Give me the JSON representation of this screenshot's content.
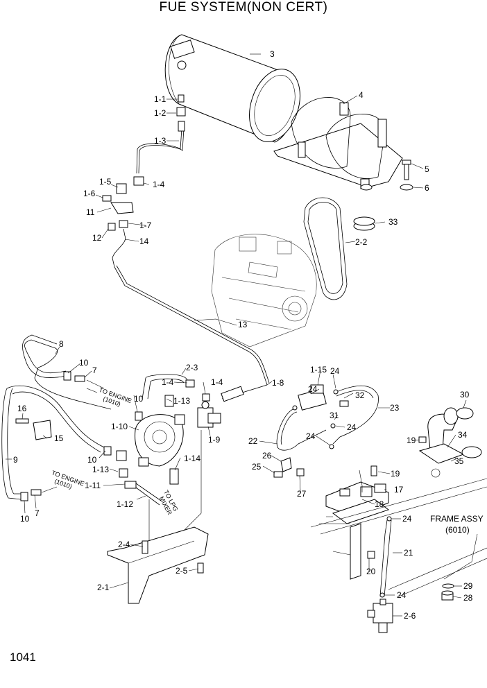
{
  "title": "FUE SYSTEM(NON CERT)",
  "page_number": "1041",
  "callouts": {
    "c1_1": "1-1",
    "c1_2": "1-2",
    "c1_3": "1-3",
    "c1_4a": "1-4",
    "c1_4b": "1-4",
    "c1_4c": "1-4",
    "c1_5": "1-5",
    "c1_6": "1-6",
    "c1_7": "1-7",
    "c1_8": "1-8",
    "c1_9": "1-9",
    "c1_10": "1-10",
    "c1_11": "1-11",
    "c1_12": "1-12",
    "c1_13a": "1-13",
    "c1_13b": "1-13",
    "c1_14": "1-14",
    "c1_15": "1-15",
    "c2_1": "2-1",
    "c2_2": "2-2",
    "c2_3": "2-3",
    "c2_4": "2-4",
    "c2_5": "2-5",
    "c2_6": "2-6",
    "c3": "3",
    "c4": "4",
    "c5": "5",
    "c6": "6",
    "c7a": "7",
    "c7b": "7",
    "c8": "8",
    "c9": "9",
    "c10a": "10",
    "c10b": "10",
    "c10c": "10",
    "c10d": "10",
    "c11": "11",
    "c12": "12",
    "c13": "13",
    "c14": "14",
    "c15": "15",
    "c16": "16",
    "c17": "17",
    "c18": "18",
    "c19a": "19",
    "c19b": "19",
    "c20": "20",
    "c21": "21",
    "c22": "22",
    "c23": "23",
    "c24a": "24",
    "c24b": "24",
    "c24c": "24",
    "c24d": "24",
    "c24e": "24",
    "c24f": "24",
    "c25": "25",
    "c26": "26",
    "c27": "27",
    "c28": "28",
    "c29": "29",
    "c30": "30",
    "c31": "31",
    "c32": "32",
    "c33": "33",
    "c34": "34",
    "c35": "35"
  },
  "notes": {
    "to_engine_1_l1": "TO ENGINE",
    "to_engine_1_l2": "(1010)",
    "to_engine_2_l1": "TO ENGINE",
    "to_engine_2_l2": "(1010)",
    "to_lpg_l1": "TO LPG",
    "to_lpg_l2": "MIXER",
    "frame_assy_l1": "FRAME ASSY",
    "frame_assy_l2": "(6010)"
  }
}
